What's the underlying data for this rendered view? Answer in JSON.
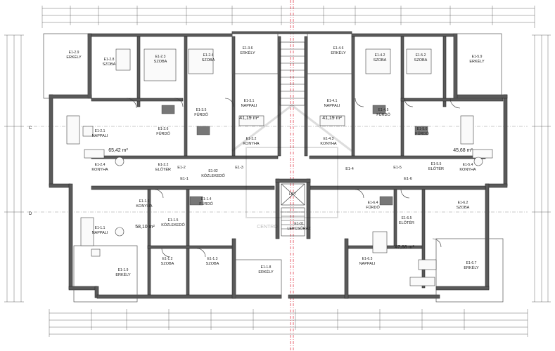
{
  "gridLabels": {
    "c": "C",
    "d": "D"
  },
  "watermark": {
    "brand": "CENTRO"
  },
  "rooms": [
    {
      "id": "E1-2.9",
      "name": "ERKÉLY"
    },
    {
      "id": "E1-2.8",
      "name": "SZOBA"
    },
    {
      "id": "E1-2.3",
      "name": "SZOBA"
    },
    {
      "id": "E1-2.4",
      "name": "SZOBA"
    },
    {
      "id": "E1-3.6",
      "name": "ERKÉLY"
    },
    {
      "id": "E1-4.6",
      "name": "ERKÉLY"
    },
    {
      "id": "E1-4.2",
      "name": "SZOBA"
    },
    {
      "id": "E1-5.2",
      "name": "SZOBA"
    },
    {
      "id": "E1-5.9",
      "name": "ERKÉLY"
    },
    {
      "id": "E1-3.1",
      "name": "NAPPALI"
    },
    {
      "id": "E1-4.1",
      "name": "NAPPALI"
    },
    {
      "id": "E1-2.1",
      "name": "NAPPALI"
    },
    {
      "id": "E1-2.4",
      "name": "KONYHA"
    },
    {
      "id": "E1-2.6",
      "name": "FÜRDŐ"
    },
    {
      "id": "E1-3.5",
      "name": "FÜRDŐ"
    },
    {
      "id": "E1-4.5",
      "name": "FÜRDŐ"
    },
    {
      "id": "E1-5.6",
      "name": "FÜRDŐ"
    },
    {
      "id": "E1-5.5",
      "name": "ELŐTÉR"
    },
    {
      "id": "E1-2.2",
      "name": "ELŐTÉR"
    },
    {
      "id": "E1-3.2",
      "name": "KONYHA"
    },
    {
      "id": "E1-4.3",
      "name": "KONYHA"
    },
    {
      "id": "E1-5.4",
      "name": "KONYHA"
    },
    {
      "id": "E1-02",
      "name": "KÖZLEKEDŐ"
    },
    {
      "id": "E1-1.1",
      "name": "NAPPALI"
    },
    {
      "id": "E1-1.6",
      "name": "KONYHA"
    },
    {
      "id": "E1-1.5",
      "name": "KÖZLEKEDŐ"
    },
    {
      "id": "E1-1.4",
      "name": "FÜRDŐ"
    },
    {
      "id": "E1-1.2",
      "name": "SZOBA"
    },
    {
      "id": "E1-1.3",
      "name": "SZOBA"
    },
    {
      "id": "E1-1.9",
      "name": "ERKÉLY"
    },
    {
      "id": "E1-6.4",
      "name": "FÜRDŐ"
    },
    {
      "id": "E1-6.5",
      "name": "ELŐTÉR"
    },
    {
      "id": "E1-6.2",
      "name": "SZOBA"
    },
    {
      "id": "E1-6.3",
      "name": "NAPPALI"
    },
    {
      "id": "E1-6.7",
      "name": "ERKÉLY"
    },
    {
      "id": "E1-01",
      "name": "LÉPCSŐHÁZ"
    },
    {
      "id": "E1-1.8",
      "name": "ERKÉLY"
    }
  ],
  "unitAreas": {
    "a2": "65,42 m²",
    "a3": "41,19 m²",
    "a4": "41,19 m²",
    "a5": "45,68 m²",
    "a1": "58,10 m²",
    "a6": "47,68 m²"
  },
  "corridorTags": [
    "E1-2",
    "E1-3",
    "E1-4",
    "E1-5",
    "E1-1",
    "E1-6"
  ],
  "liftLabel": "LIFT"
}
